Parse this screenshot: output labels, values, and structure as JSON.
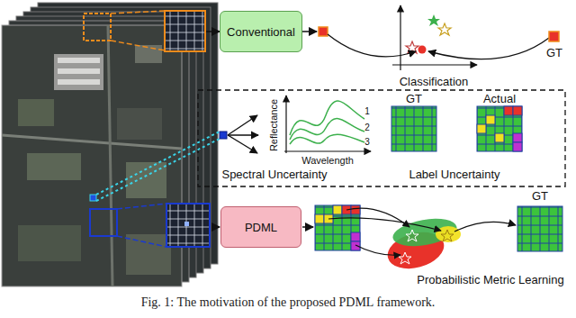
{
  "diagram": {
    "caption": "Fig. 1: The motivation of the proposed PDML framework.",
    "nodes": [
      {
        "text": [
          "Conventional"
        ]
      },
      {
        "text": [
          "PDML"
        ]
      }
    ],
    "labels": [
      "Classification",
      "GT",
      "Spectral Uncertainty",
      "Reflectance",
      "Wavelength",
      "1",
      "2",
      "3",
      "GT",
      "Actual",
      "Label Uncertainty",
      "GT",
      "Probabilistic Metric Learning"
    ]
  }
}
